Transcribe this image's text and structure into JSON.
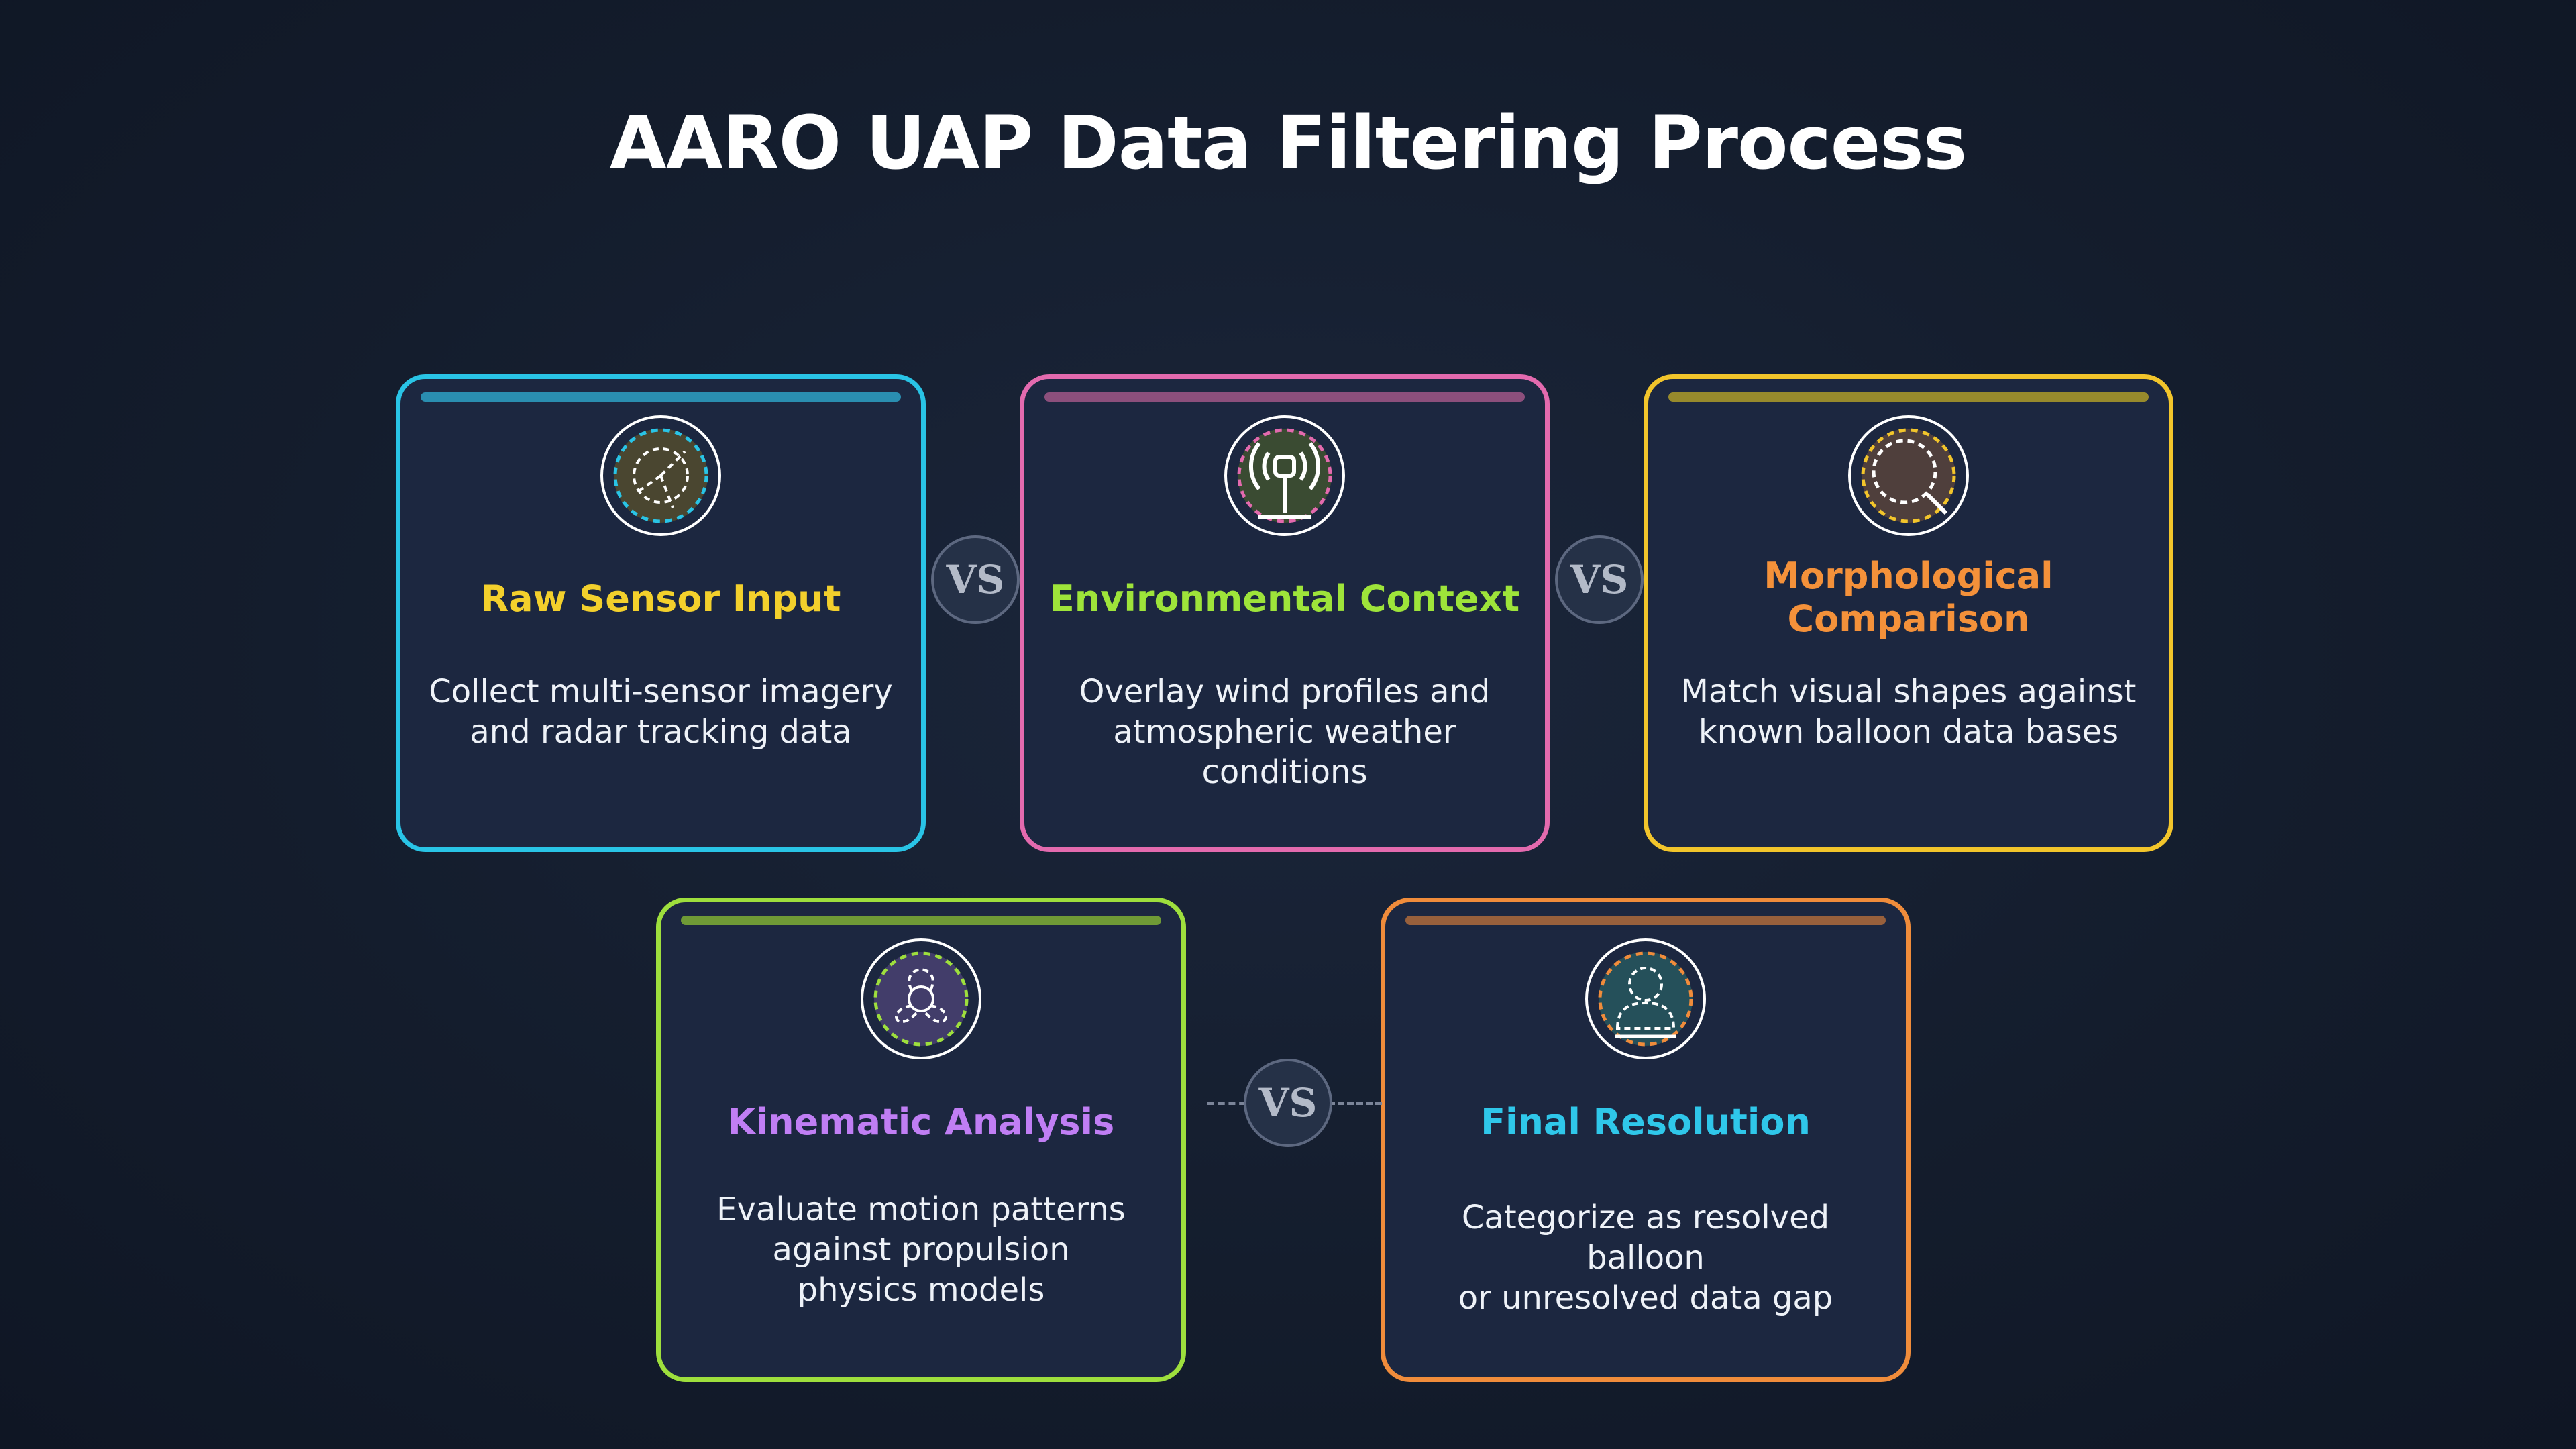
{
  "title": "AARO UAP Data Filtering Process",
  "vs_label": "VS",
  "steps": [
    {
      "title": "Raw Sensor Input",
      "desc_lines": [
        "Collect multi-sensor imagery",
        "and radar tracking data"
      ],
      "border_color": "#29c4e6",
      "bar_color": "#2a8eb0",
      "title_color": "#f3d02c",
      "icon": "radar-icon",
      "icon_fill": "#4a4630",
      "icon_dash": "#29c4e6"
    },
    {
      "title": "Environmental Context",
      "desc_lines": [
        "Overlay wind profiles and",
        "atmospheric weather conditions"
      ],
      "border_color": "#e36aae",
      "bar_color": "#8c4f7c",
      "title_color": "#9ee43a",
      "icon": "antenna-icon",
      "icon_fill": "#3a4b32",
      "icon_dash": "#e36aae"
    },
    {
      "title": "Morphological Comparison",
      "desc_lines": [
        "Match visual shapes against",
        "known balloon data bases"
      ],
      "border_color": "#f2c52b",
      "bar_color": "#978a2c",
      "title_color": "#f4913a",
      "icon": "magnifier-icon",
      "icon_fill": "#4f3f3c",
      "icon_dash": "#f2c52b"
    },
    {
      "title": "Kinematic Analysis",
      "desc_lines": [
        "Evaluate motion patterns",
        "against propulsion",
        "physics models"
      ],
      "border_color": "#9edf3d",
      "bar_color": "#6f9a36",
      "title_color": "#c07ef4",
      "icon": "fan-icon",
      "icon_fill": "#423d6a",
      "icon_dash": "#9edf3d"
    },
    {
      "title": "Final Resolution",
      "desc_lines": [
        "Categorize as resolved balloon",
        "or unresolved data gap"
      ],
      "border_color": "#f08c3b",
      "bar_color": "#98603c",
      "title_color": "#2fc7ea",
      "icon": "person-icon",
      "icon_fill": "#25505a",
      "icon_dash": "#f08c3b"
    }
  ]
}
